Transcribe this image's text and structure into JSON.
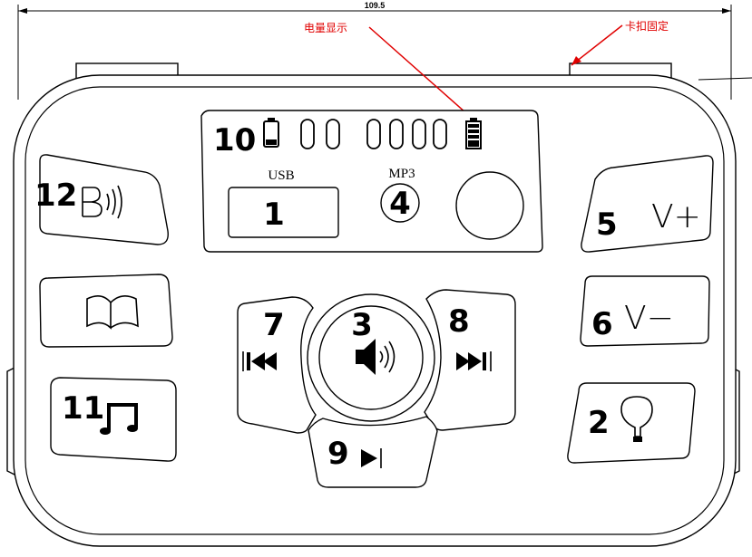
{
  "dimension": {
    "value": "109.5"
  },
  "annotations": {
    "battery_display": "电量显示",
    "clip_fix": "卡扣固定"
  },
  "display": {
    "usb_label": "USB",
    "mp3_label": "MP3"
  },
  "buttons": {
    "b1": "1",
    "b2": "2",
    "b3": "3",
    "b4": "4",
    "b5": "5",
    "b6": "6",
    "b7": "7",
    "b8": "8",
    "b9": "9",
    "b10": "10",
    "b11": "11",
    "b12": "12"
  },
  "icons": {
    "vol_up": "V+",
    "vol_down": "V−",
    "bluetooth": "bluetooth-icon",
    "book": "book-icon",
    "music": "music-note-icon",
    "bulb": "light-bulb-icon",
    "speaker": "speaker-icon",
    "prev": "previous-track-icon",
    "next": "next-track-icon",
    "play": "play-pause-icon",
    "battery": "battery-icon"
  },
  "colors": {
    "annotation": "#e00000",
    "outline": "#000000",
    "background": "#ffffff"
  }
}
